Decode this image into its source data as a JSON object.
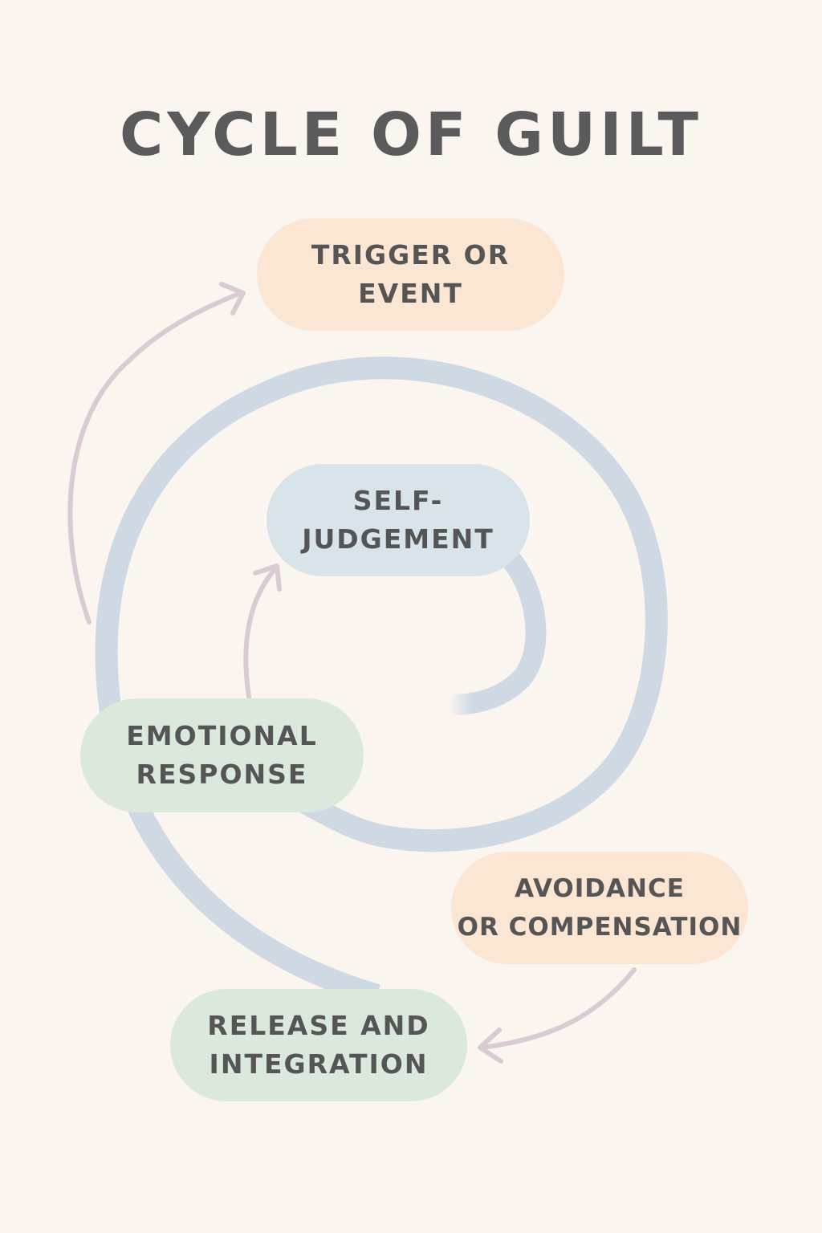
{
  "title": "CYCLE OF GUILT",
  "colors": {
    "background": "#faf5ef",
    "text": "#555555",
    "spiral": "#cfd9e4",
    "arrow": "#d9cbd2",
    "peach": "#fbe5d3",
    "blue": "#d8e3ea",
    "green": "#dbe9dd"
  },
  "nodes": {
    "trigger": {
      "line1": "TRIGGER OR",
      "line2": "EVENT"
    },
    "self_judgement": {
      "line1": "SELF-",
      "line2": "JUDGEMENT"
    },
    "emotional_response": {
      "line1": "EMOTIONAL",
      "line2": "RESPONSE"
    },
    "avoidance": {
      "line1": "AVOIDANCE",
      "line2": "OR COMPENSATION"
    },
    "release": {
      "line1": "RELEASE AND",
      "line2": "INTEGRATION"
    }
  },
  "connections": [
    {
      "from": "emotional_response",
      "to": "trigger",
      "kind": "arrow"
    },
    {
      "from": "emotional_response",
      "to": "self_judgement",
      "kind": "arrow"
    },
    {
      "from": "avoidance",
      "to": "release",
      "kind": "arrow"
    },
    {
      "from": "release",
      "to": "self_judgement",
      "kind": "spiral"
    }
  ]
}
